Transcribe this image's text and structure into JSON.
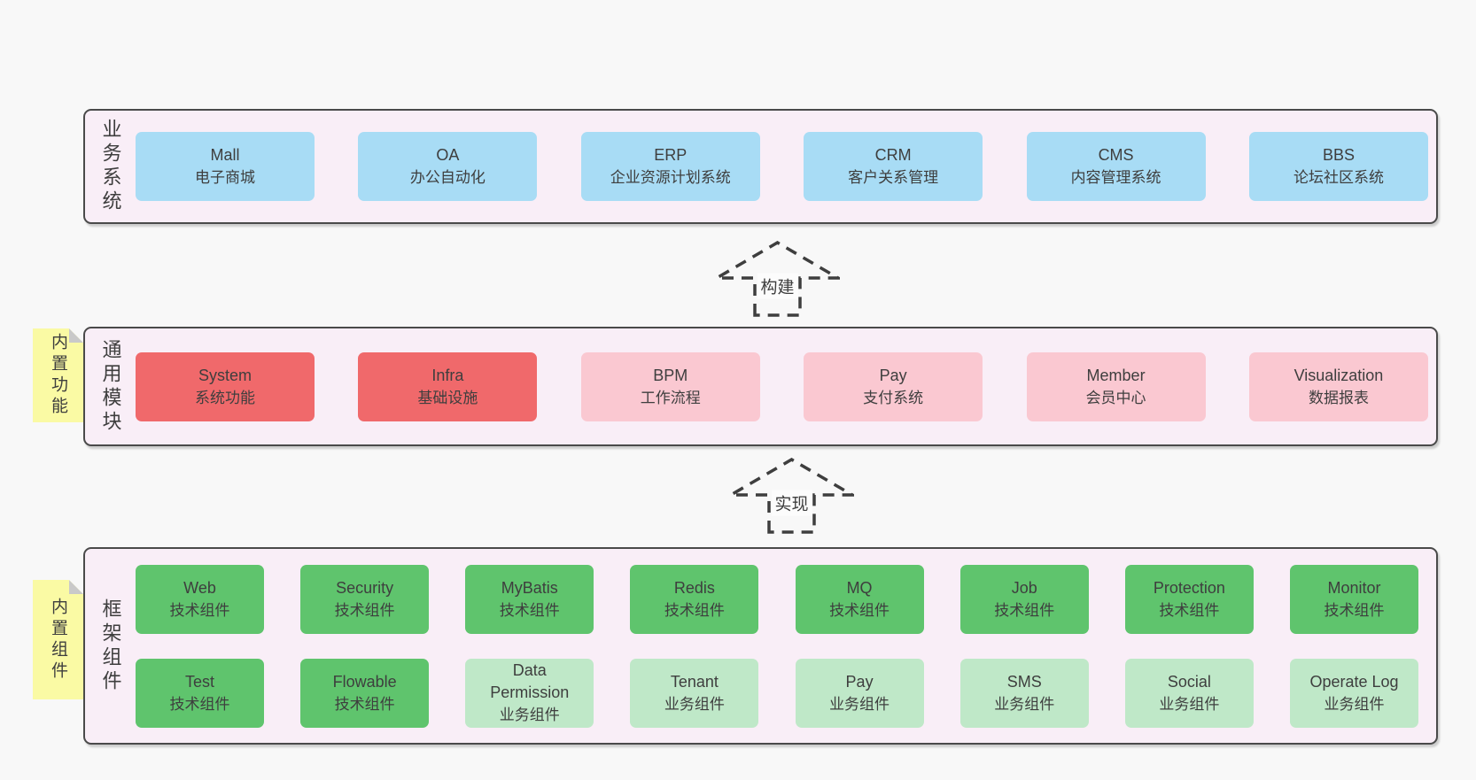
{
  "colors": {
    "page-bg": "#f8f8f8",
    "panel-bg": "#f9eef7",
    "panel-border": "#4a4a4a",
    "text": "#3e3e3e",
    "blue": "#a8dcf5",
    "red": "#f0696b",
    "pink": "#fac8d1",
    "green": "#5fc46d",
    "lightgreen": "#bfe8c8",
    "sticky": "#fafaa4",
    "sticky-fold": "#c9c9c9"
  },
  "panels": [
    {
      "label": "业务系统",
      "rows": [
        [
          {
            "name": "Mall",
            "sub": "电子商城",
            "color": "blue"
          },
          {
            "name": "OA",
            "sub": "办公自动化",
            "color": "blue"
          },
          {
            "name": "ERP",
            "sub": "企业资源计划系统",
            "color": "blue"
          },
          {
            "name": "CRM",
            "sub": "客户关系管理",
            "color": "blue"
          },
          {
            "name": "CMS",
            "sub": "内容管理系统",
            "color": "blue"
          },
          {
            "name": "BBS",
            "sub": "论坛社区系统",
            "color": "blue"
          }
        ]
      ]
    },
    {
      "label": "通用模块",
      "sticky": "内置功能",
      "rows": [
        [
          {
            "name": "System",
            "sub": "系统功能",
            "color": "red"
          },
          {
            "name": "Infra",
            "sub": "基础设施",
            "color": "red"
          },
          {
            "name": "BPM",
            "sub": "工作流程",
            "color": "pink"
          },
          {
            "name": "Pay",
            "sub": "支付系统",
            "color": "pink"
          },
          {
            "name": "Member",
            "sub": "会员中心",
            "color": "pink"
          },
          {
            "name": "Visualization",
            "sub": "数据报表",
            "color": "pink"
          }
        ]
      ]
    },
    {
      "label": "框架组件",
      "sticky": "内置组件",
      "rows": [
        [
          {
            "name": "Web",
            "sub": "技术组件",
            "color": "green"
          },
          {
            "name": "Security",
            "sub": "技术组件",
            "color": "green"
          },
          {
            "name": "MyBatis",
            "sub": "技术组件",
            "color": "green"
          },
          {
            "name": "Redis",
            "sub": "技术组件",
            "color": "green"
          },
          {
            "name": "MQ",
            "sub": "技术组件",
            "color": "green"
          },
          {
            "name": "Job",
            "sub": "技术组件",
            "color": "green"
          },
          {
            "name": "Protection",
            "sub": "技术组件",
            "color": "green"
          },
          {
            "name": "Monitor",
            "sub": "技术组件",
            "color": "green"
          }
        ],
        [
          {
            "name": "Test",
            "sub": "技术组件",
            "color": "green"
          },
          {
            "name": "Flowable",
            "sub": "技术组件",
            "color": "green"
          },
          {
            "name": "Data Permission",
            "sub": "业务组件",
            "color": "lightgreen"
          },
          {
            "name": "Tenant",
            "sub": "业务组件",
            "color": "lightgreen"
          },
          {
            "name": "Pay",
            "sub": "业务组件",
            "color": "lightgreen"
          },
          {
            "name": "SMS",
            "sub": "业务组件",
            "color": "lightgreen"
          },
          {
            "name": "Social",
            "sub": "业务组件",
            "color": "lightgreen"
          },
          {
            "name": "Operate Log",
            "sub": "业务组件",
            "color": "lightgreen"
          }
        ]
      ]
    }
  ],
  "arrows": [
    {
      "label": "构建"
    },
    {
      "label": "实现"
    }
  ]
}
